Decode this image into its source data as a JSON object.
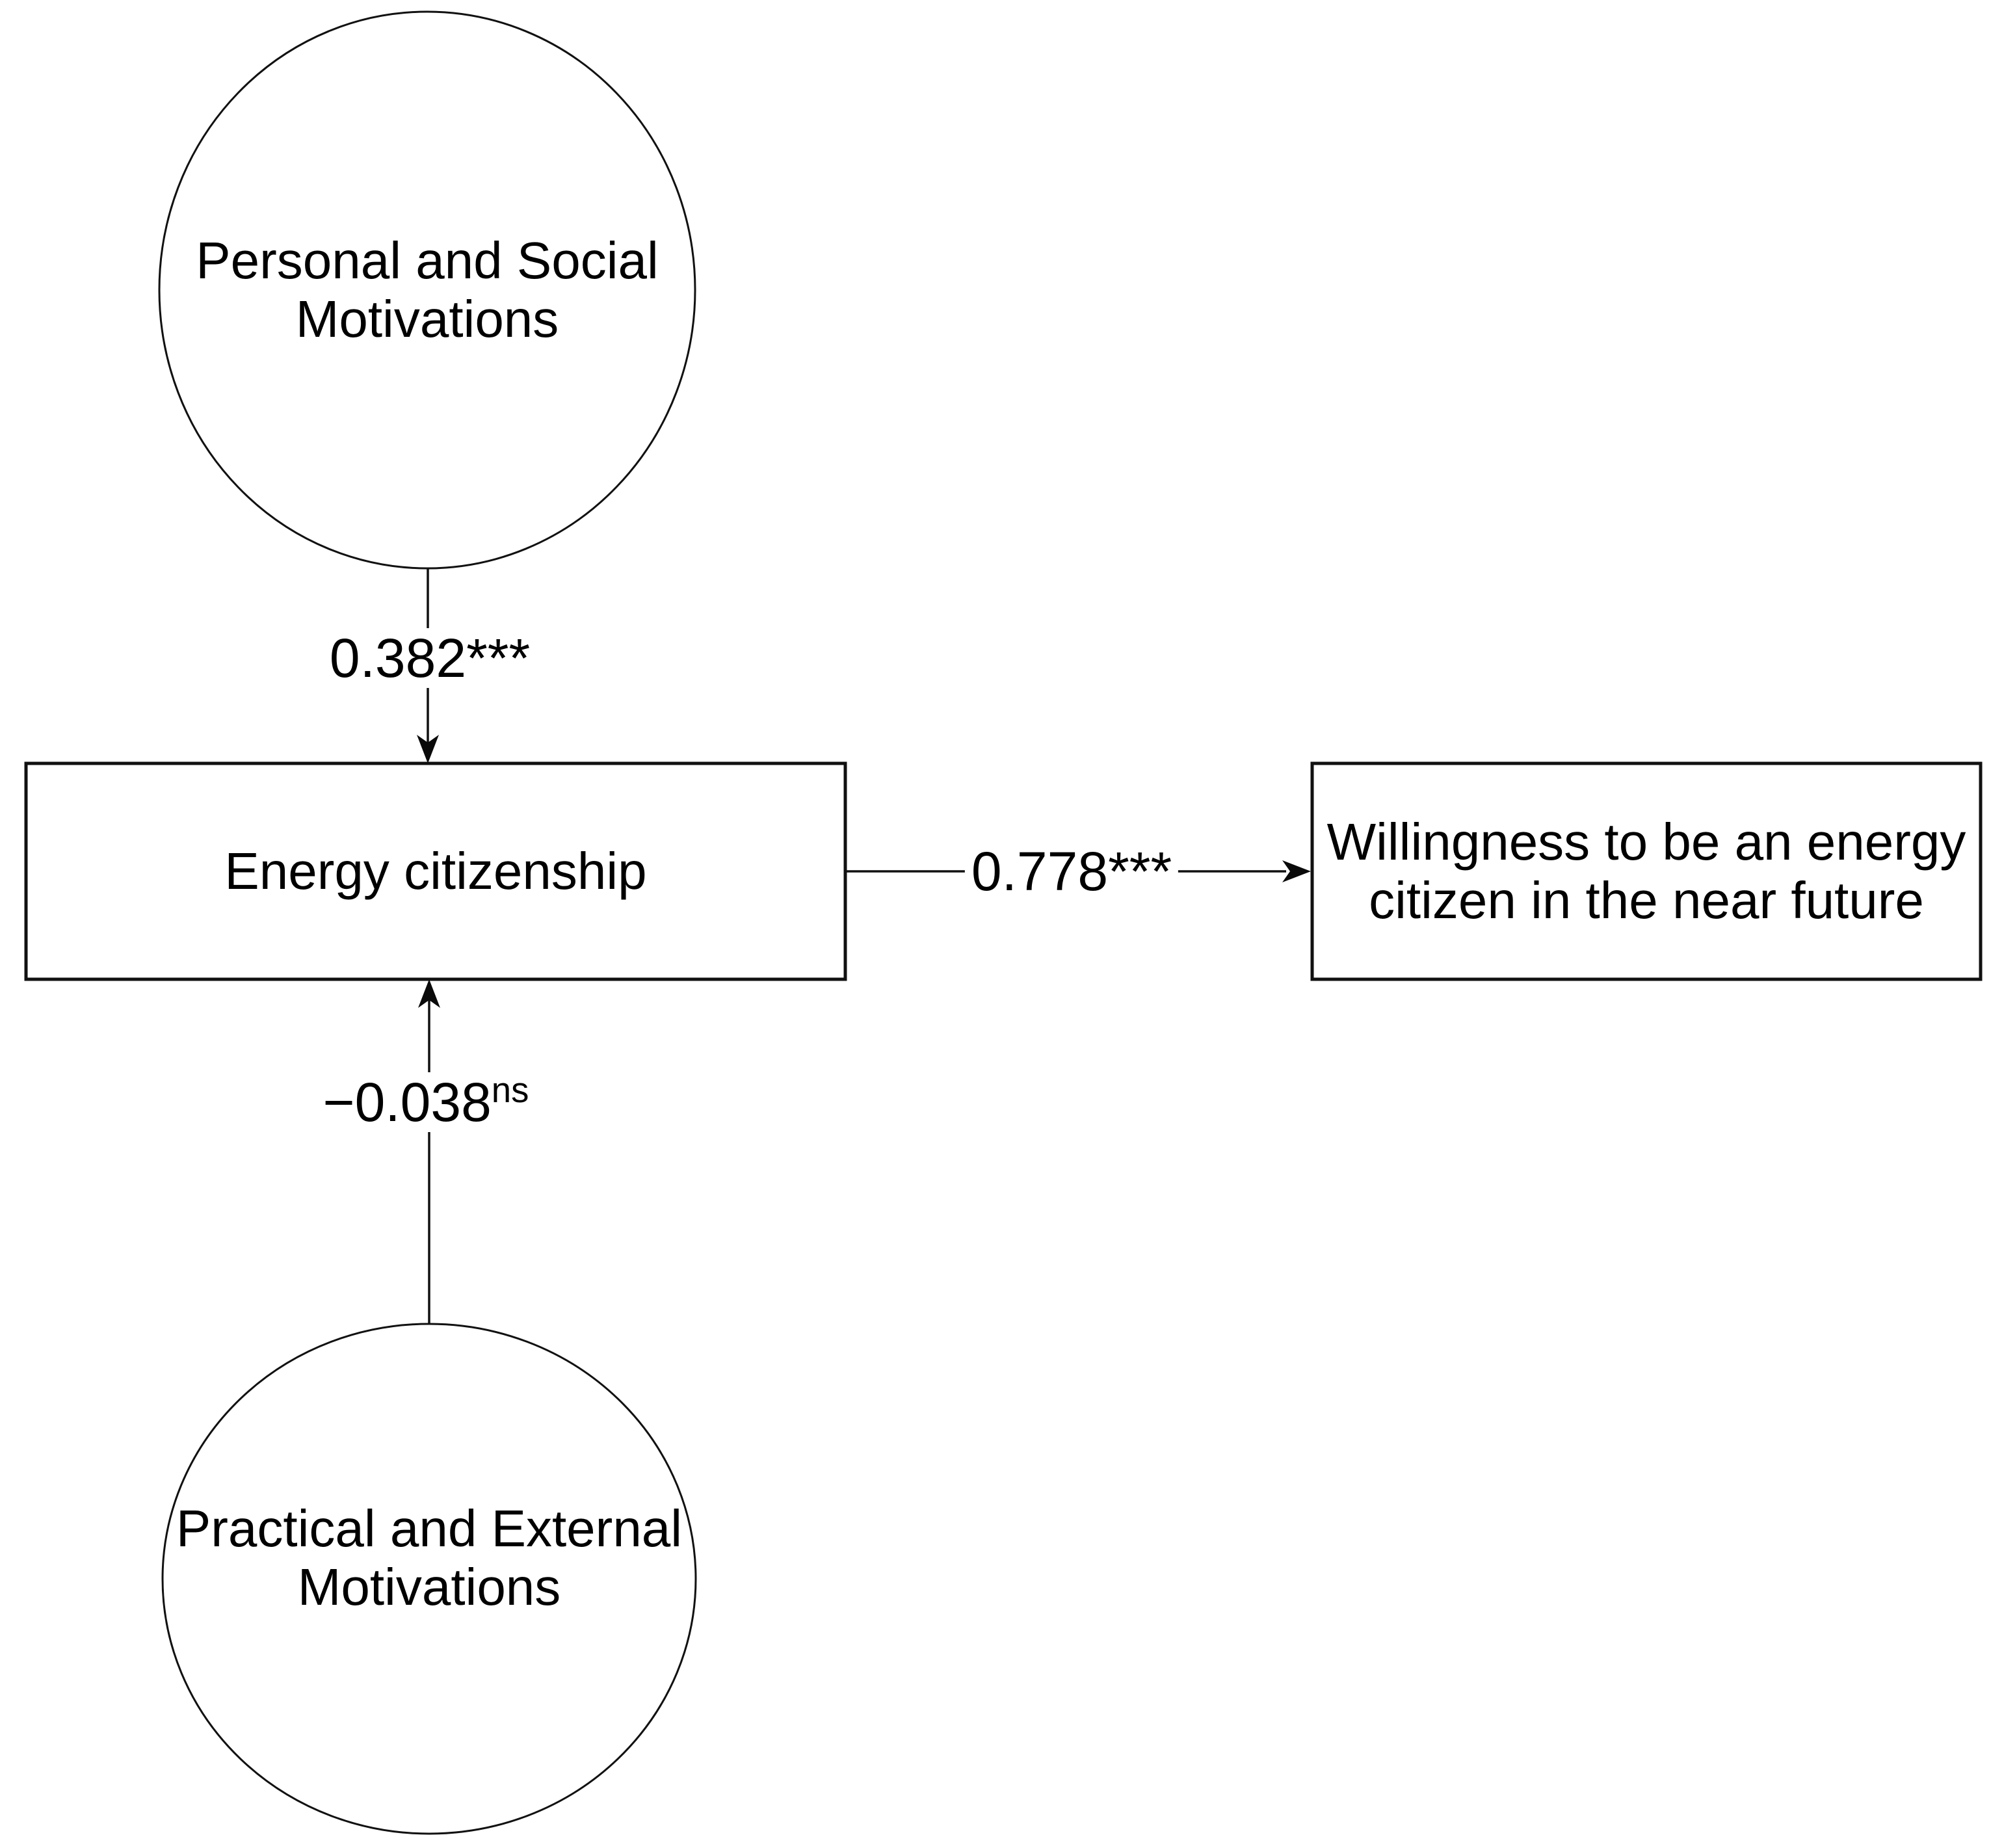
{
  "diagram": {
    "background_color": "#ffffff",
    "stroke_color": "#111111",
    "text_color": "#000000",
    "nodes": {
      "personal_social": {
        "shape": "ellipse",
        "lines": [
          "Personal and Social",
          "Motivations"
        ]
      },
      "energy_citizenship": {
        "shape": "rectangle",
        "lines": [
          "Energy citizenship"
        ]
      },
      "willingness": {
        "shape": "rectangle",
        "lines": [
          "Willingness to be an energy",
          "citizen in the near future"
        ]
      },
      "practical_external": {
        "shape": "ellipse",
        "lines": [
          "Practical and External",
          "Motivations"
        ]
      }
    },
    "edges": [
      {
        "from": "personal_social",
        "to": "energy_citizenship",
        "value": "0.382",
        "significance": "***",
        "significance_style": "inline"
      },
      {
        "from": "practical_external",
        "to": "energy_citizenship",
        "value": "−0.038",
        "significance": "ns",
        "significance_style": "superscript"
      },
      {
        "from": "energy_citizenship",
        "to": "willingness",
        "value": "0.778",
        "significance": "***",
        "significance_style": "inline"
      }
    ]
  }
}
